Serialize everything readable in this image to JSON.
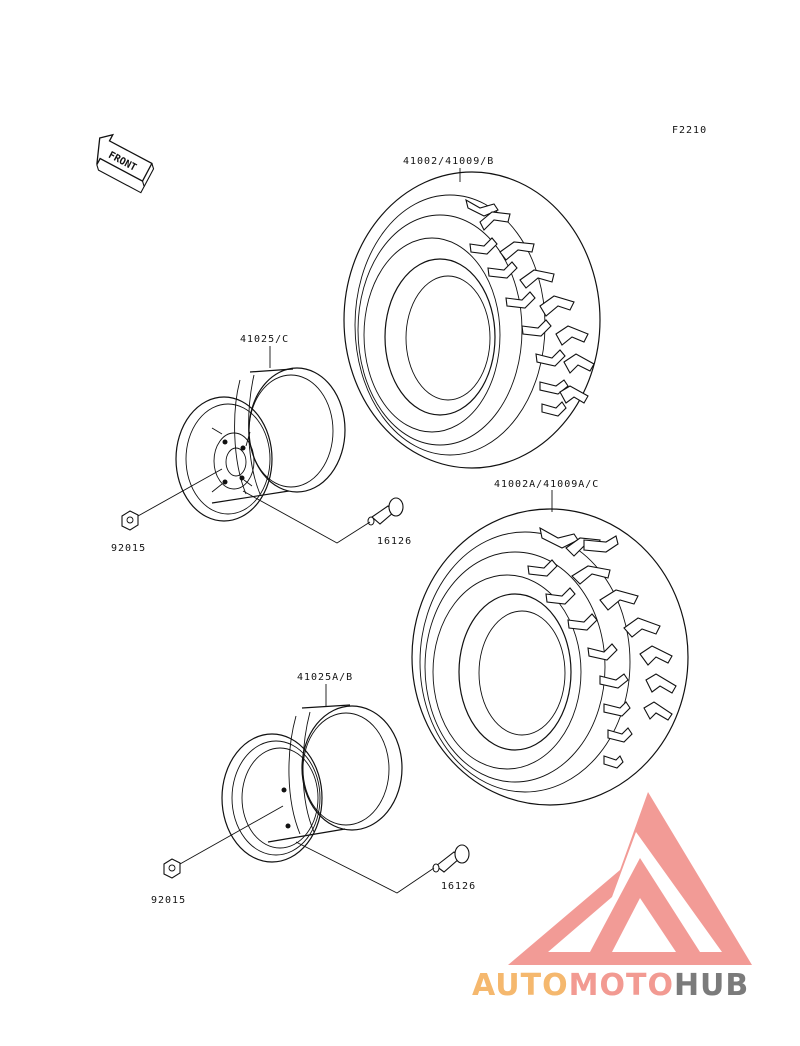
{
  "figure_code": "F2210",
  "front_arrow_label": "FRONT",
  "parts": {
    "tire_front": "41002/41009/B",
    "tire_rear": "41002A/41009A/C",
    "wheel_front": "41025/C",
    "wheel_rear": "41025A/B",
    "nut_front": "92015",
    "nut_rear": "92015",
    "valve_front": "16126",
    "valve_rear": "16126"
  },
  "watermark": {
    "part1": "AUTO",
    "part2": "MOTO",
    "part3": "HUB",
    "color1": "#f5b86e",
    "color2": "#f29a92",
    "color3": "#7b7b7b",
    "logo_color": "#f08a84"
  }
}
